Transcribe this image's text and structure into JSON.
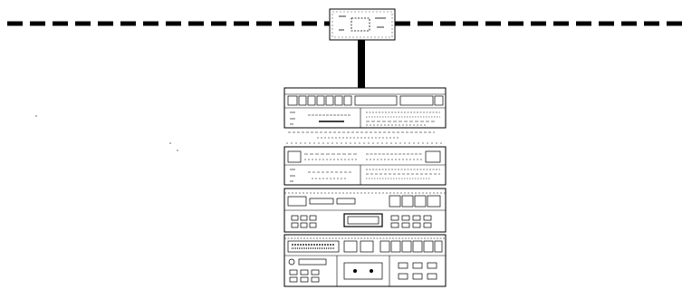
{
  "diagram": {
    "bus": {
      "style": "dashed",
      "color": "#000000"
    },
    "junction_box": {
      "icon": "network-junction-box-icon"
    },
    "cable": {
      "color": "#000000"
    },
    "equipment_stack": {
      "icon": "stereo-rack-icon",
      "units": [
        {
          "kind": "tuner-amplifier",
          "icon": "tuner-amplifier-icon"
        },
        {
          "kind": "tuner-amplifier",
          "icon": "tuner-amplifier-icon"
        },
        {
          "kind": "cassette-deck",
          "icon": "cassette-deck-icon"
        },
        {
          "kind": "cassette-deck",
          "icon": "cassette-deck-icon"
        }
      ]
    }
  }
}
